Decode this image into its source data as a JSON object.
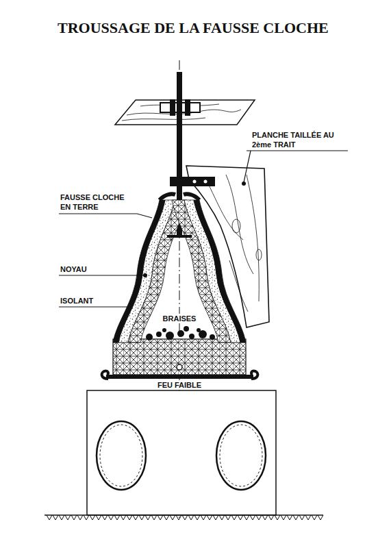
{
  "diagram": {
    "title": "TROUSSAGE DE LA FAUSSE CLOCHE",
    "labels": [
      "PLANCHE TAILLÉE AU 2ème TRAIT",
      "FAUSSE CLOCHE EN TERRE",
      "NOYAU",
      "ISOLANT",
      "BRAISES",
      "FEU FAIBLE"
    ]
  }
}
